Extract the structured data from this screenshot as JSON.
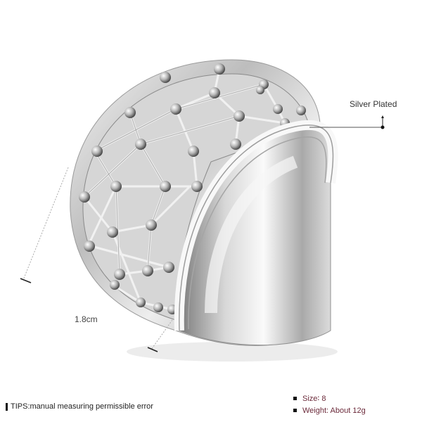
{
  "product": {
    "type": "Silver filigree ring with beaded lattice",
    "callouts": {
      "material": "Silver Plated",
      "width": "1.8cm"
    },
    "tips": "TIPS:manual measuring permissible error",
    "specs": [
      {
        "label": "Size∶ 8"
      },
      {
        "label": "Weight: About 12g"
      }
    ]
  },
  "colors": {
    "background": "#ffffff",
    "spec_text": "#6b2a3a",
    "label_text": "#333333",
    "ring_metal": "#c8c8c8"
  }
}
